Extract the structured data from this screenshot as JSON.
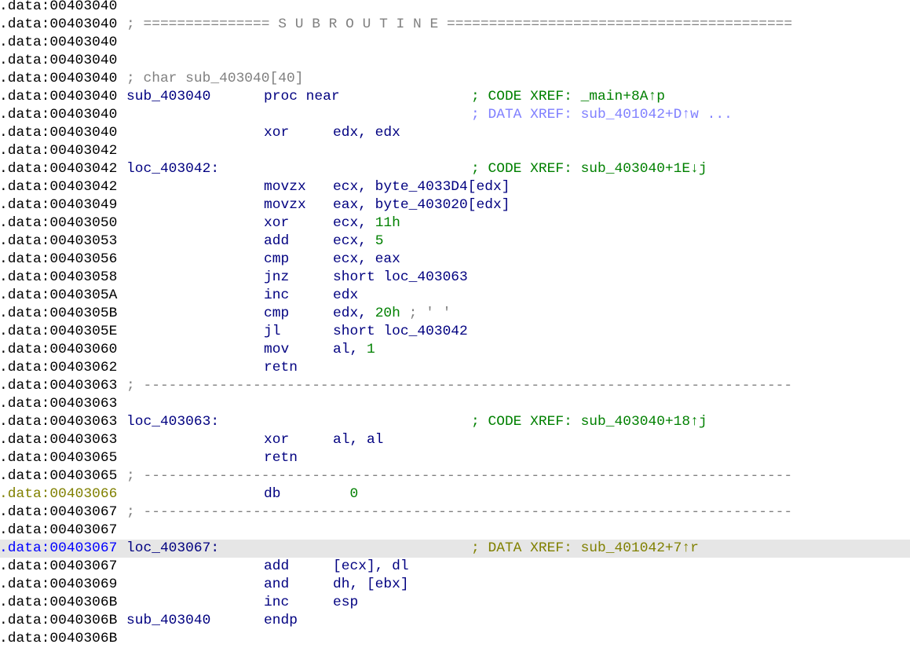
{
  "colors": {
    "background": "#ffffff",
    "highlight": "#e6e6e6",
    "name": "#000080",
    "number": "#008000",
    "comment": "#808080",
    "code_xref": "#008000",
    "data_xref": "#8080ff",
    "data_xref_read": "#808000",
    "unexplored_addr": "#808000",
    "current_addr": "#0000ff"
  },
  "lines": [
    {
      "addr": ".data:00403040"
    },
    {
      "addr": ".data:00403040",
      "wide": "; =============== S U B R O U T I N E ========================================="
    },
    {
      "addr": ".data:00403040"
    },
    {
      "addr": ".data:00403040"
    },
    {
      "addr": ".data:00403040",
      "wide": "; char sub_403040[40]"
    },
    {
      "addr": ".data:00403040",
      "label": "sub_403040",
      "mnem": "proc near",
      "cmt": "; CODE XREF: _main+8A↑p",
      "cmt_kind": "code"
    },
    {
      "addr": ".data:00403040",
      "cmt": "; DATA XREF: sub_401042+D↑w ...",
      "cmt_kind": "data"
    },
    {
      "addr": ".data:00403040",
      "mnem": "xor",
      "ops": [
        {
          "t": "edx, edx",
          "k": "reg"
        }
      ]
    },
    {
      "addr": ".data:00403042"
    },
    {
      "addr": ".data:00403042",
      "label": "loc_403042:",
      "cmt": "; CODE XREF: sub_403040+1E↓j",
      "cmt_kind": "code"
    },
    {
      "addr": ".data:00403042",
      "mnem": "movzx",
      "ops": [
        {
          "t": "ecx, byte_4033D4[edx]",
          "k": "reg"
        }
      ]
    },
    {
      "addr": ".data:00403049",
      "mnem": "movzx",
      "ops": [
        {
          "t": "eax, byte_403020[edx]",
          "k": "reg"
        }
      ]
    },
    {
      "addr": ".data:00403050",
      "mnem": "xor",
      "ops": [
        {
          "t": "ecx, ",
          "k": "reg"
        },
        {
          "t": "11h",
          "k": "num"
        }
      ]
    },
    {
      "addr": ".data:00403053",
      "mnem": "add",
      "ops": [
        {
          "t": "ecx, ",
          "k": "reg"
        },
        {
          "t": "5",
          "k": "num"
        }
      ]
    },
    {
      "addr": ".data:00403056",
      "mnem": "cmp",
      "ops": [
        {
          "t": "ecx, eax",
          "k": "reg"
        }
      ]
    },
    {
      "addr": ".data:00403058",
      "mnem": "jnz",
      "ops": [
        {
          "t": "short loc_403063",
          "k": "reg"
        }
      ]
    },
    {
      "addr": ".data:0040305A",
      "mnem": "inc",
      "ops": [
        {
          "t": "edx",
          "k": "reg"
        }
      ]
    },
    {
      "addr": ".data:0040305B",
      "mnem": "cmp",
      "ops": [
        {
          "t": "edx, ",
          "k": "reg"
        },
        {
          "t": "20h",
          "k": "num"
        },
        {
          "t": " ; ' '",
          "k": "gray"
        }
      ]
    },
    {
      "addr": ".data:0040305E",
      "mnem": "jl",
      "ops": [
        {
          "t": "short loc_403042",
          "k": "reg"
        }
      ]
    },
    {
      "addr": ".data:00403060",
      "mnem": "mov",
      "ops": [
        {
          "t": "al, ",
          "k": "reg"
        },
        {
          "t": "1",
          "k": "num"
        }
      ]
    },
    {
      "addr": ".data:00403062",
      "mnem": "retn"
    },
    {
      "addr": ".data:00403063",
      "wide": "; -----------------------------------------------------------------------------"
    },
    {
      "addr": ".data:00403063"
    },
    {
      "addr": ".data:00403063",
      "label": "loc_403063:",
      "cmt": "; CODE XREF: sub_403040+18↑j",
      "cmt_kind": "code"
    },
    {
      "addr": ".data:00403063",
      "mnem": "xor",
      "ops": [
        {
          "t": "al, al",
          "k": "reg"
        }
      ]
    },
    {
      "addr": ".data:00403065",
      "mnem": "retn"
    },
    {
      "addr": ".data:00403065",
      "wide": "; -----------------------------------------------------------------------------"
    },
    {
      "addr": ".data:00403066",
      "addr_kind": "addr-olive",
      "mnem": "db",
      "ops": [
        {
          "t": "  ",
          "k": "reg"
        },
        {
          "t": "0",
          "k": "num"
        }
      ]
    },
    {
      "addr": ".data:00403067",
      "wide": "; -----------------------------------------------------------------------------"
    },
    {
      "addr": ".data:00403067"
    },
    {
      "addr": ".data:00403067",
      "addr_kind": "addr-blue",
      "highlight": true,
      "label": "loc_403067:",
      "cmt": "; DATA XREF: sub_401042+7↑r",
      "cmt_kind": "olive"
    },
    {
      "addr": ".data:00403067",
      "mnem": "add",
      "ops": [
        {
          "t": "[ecx], dl",
          "k": "reg"
        }
      ]
    },
    {
      "addr": ".data:00403069",
      "mnem": "and",
      "ops": [
        {
          "t": "dh, [ebx]",
          "k": "reg"
        }
      ]
    },
    {
      "addr": ".data:0040306B",
      "mnem": "inc",
      "ops": [
        {
          "t": "esp",
          "k": "reg"
        }
      ]
    },
    {
      "addr": ".data:0040306B",
      "label": "sub_403040",
      "mnem": "endp"
    },
    {
      "addr": ".data:0040306B"
    }
  ]
}
